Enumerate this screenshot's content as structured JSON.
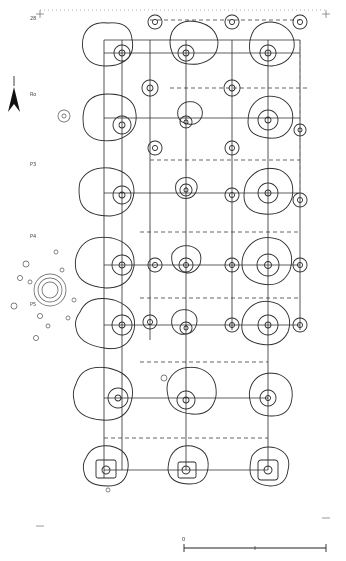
{
  "plan": {
    "north_arrow_icon": "north-arrow-icon",
    "grid_labels_left": [
      "28",
      "Ro",
      "P3",
      "P4",
      "P5",
      "",
      "",
      ""
    ],
    "grid_labels_right": [
      "",
      "",
      "",
      "",
      "",
      "",
      "",
      ""
    ],
    "grid_labels_top": [
      "",
      "",
      "",
      "",
      "",
      ""
    ],
    "grid_labels_bottom": [
      "",
      "",
      "",
      "",
      ""
    ],
    "scale": {
      "left_label": "0",
      "right_label": ""
    }
  }
}
